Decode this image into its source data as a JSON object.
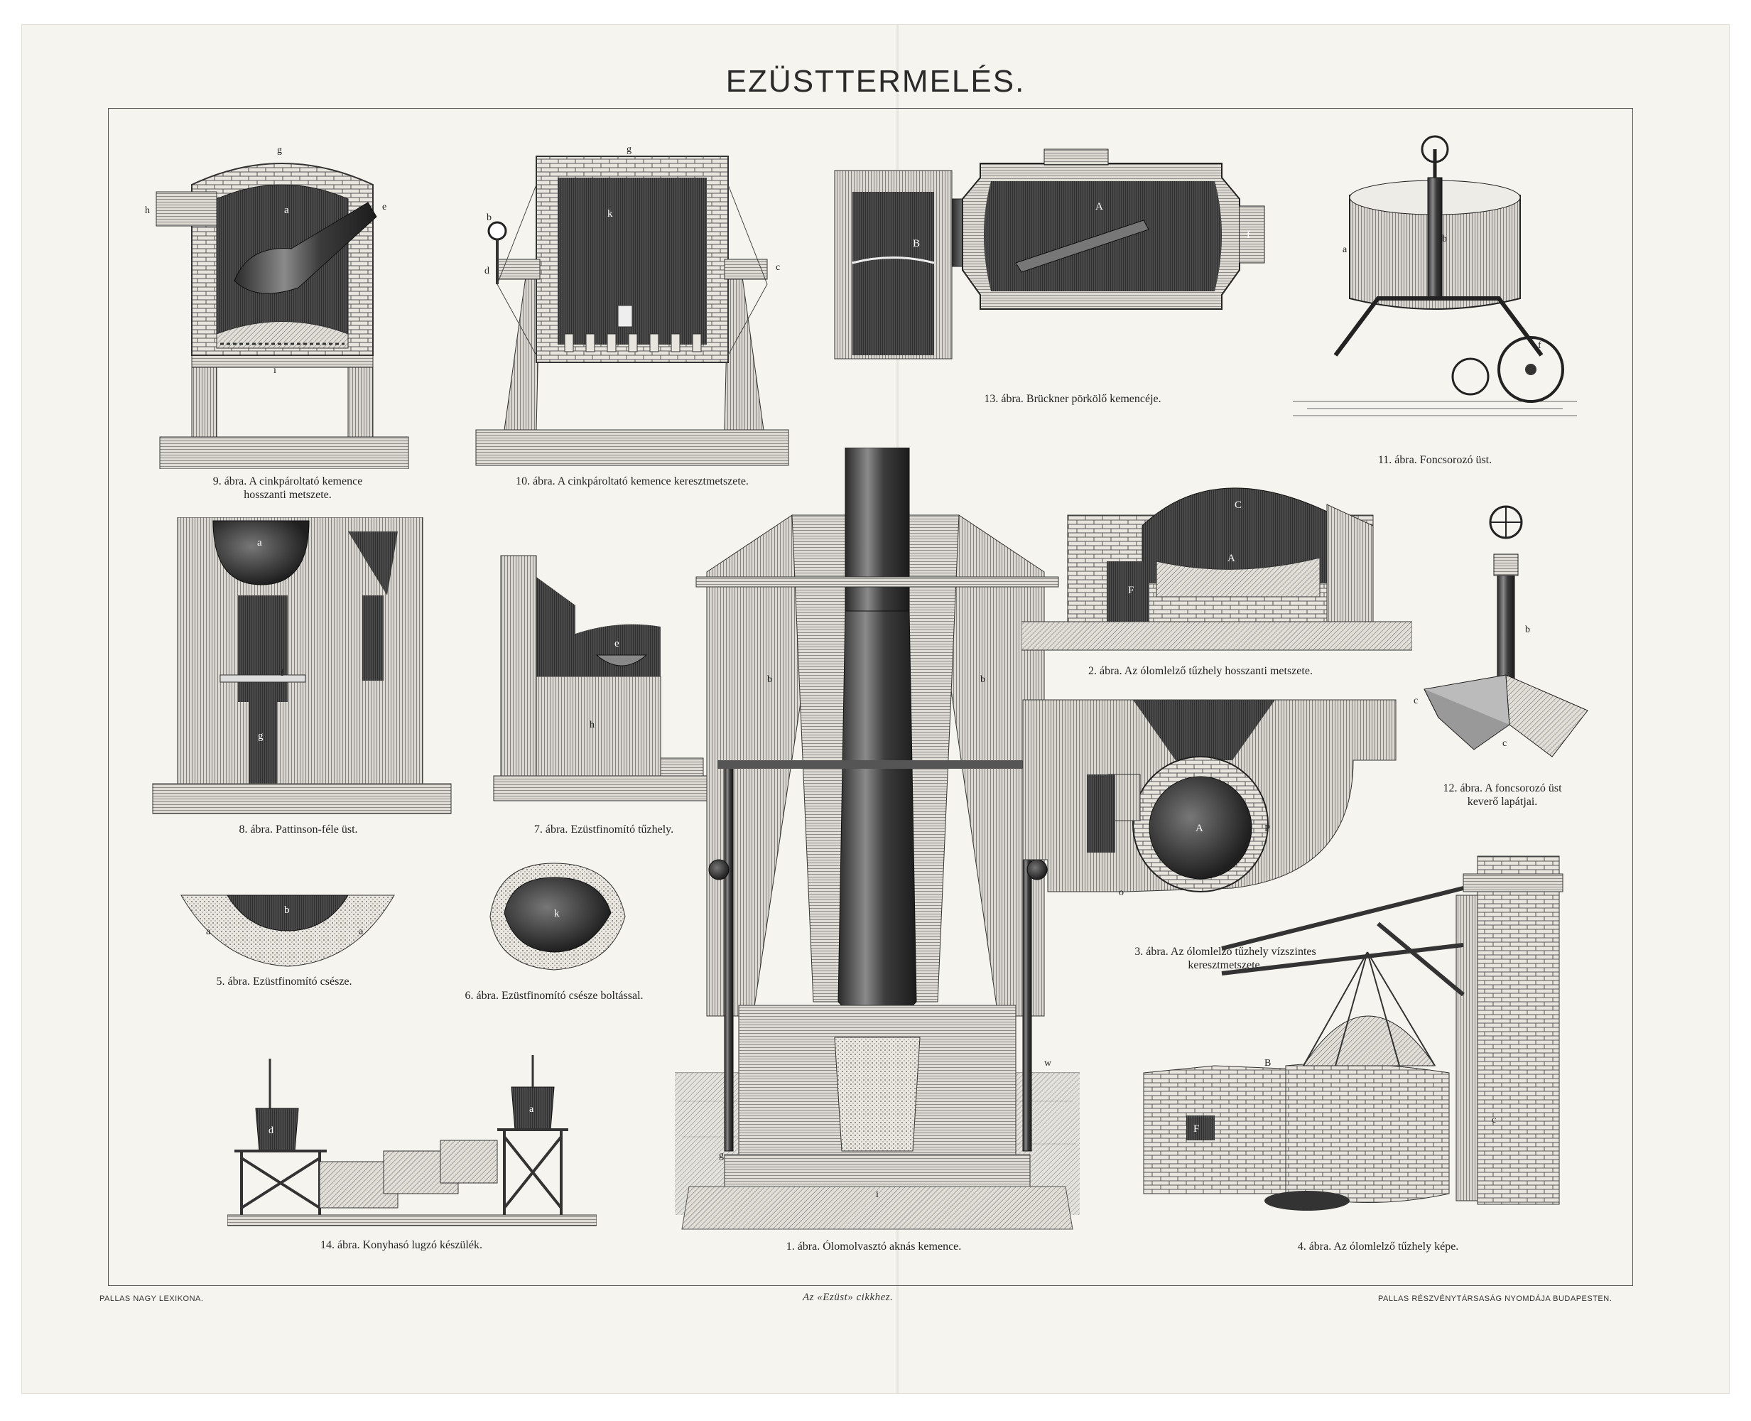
{
  "title": "EZÜSTTERMELÉS.",
  "captions": {
    "fig9": [
      "9. ábra. A cinkpároltató kemence",
      "hosszanti metszete."
    ],
    "fig10": "10. ábra. A cinkpároltató kemence keresztmetszete.",
    "fig13": "13. ábra. Brückner pörkölő kemencéje.",
    "fig11": "11. ábra. Foncsorozó üst.",
    "fig8": "8. ábra. Pattinson-féle üst.",
    "fig7": "7. ábra. Ezüstfinomító tűzhely.",
    "fig2": "2. ábra. Az ólomlelző tűzhely hosszanti metszete.",
    "fig12": [
      "12. ábra. A foncsorozó üst",
      "keverő lapátjai."
    ],
    "fig3": [
      "3. ábra. Az ólomlelző tűzhely vízszintes",
      "keresztmetszete."
    ],
    "fig5": "5. ábra. Ezüstfinomító csésze.",
    "fig6": "6. ábra. Ezüstfinomító csésze boltással.",
    "fig14": "14. ábra. Konyhasó lugzó készülék.",
    "fig1": "1. ábra. Ólomolvasztó aknás kemence.",
    "fig4": "4. ábra. Az ólomlelző tűzhely képe."
  },
  "footer": {
    "left": "PALLAS NAGY LEXIKONA.",
    "center": "Az «Ezüst» cikkhez.",
    "right": "PALLAS RÉSZVÉNYTÁRSASÁG NYOMDÁJA BUDAPESTEN."
  },
  "colors": {
    "paper": "#f6f4ee",
    "ink": "#2a2a2a",
    "hatch": "#6b6b6b"
  }
}
